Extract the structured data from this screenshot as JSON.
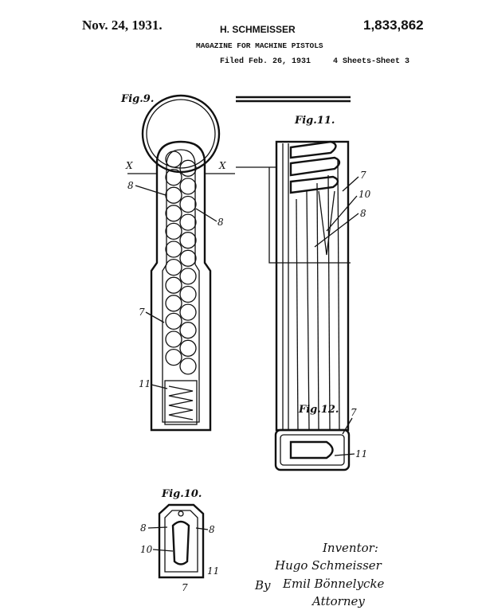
{
  "header": {
    "date": "Nov. 24, 1931.",
    "inventor_name": "H. SCHMEISSER",
    "patent_number": "1,833,862",
    "title": "MAGAZINE FOR MACHINE PISTOLS",
    "filed": "Filed Feb. 26, 1931",
    "sheet": "4 Sheets-Sheet 3"
  },
  "figures": {
    "fig9": {
      "label": "Fig.9.",
      "refs": {
        "x_left": "X",
        "x_right": "X",
        "r8a": "8",
        "r8b": "8",
        "r7": "7",
        "r11": "11"
      }
    },
    "fig11": {
      "label": "Fig.11.",
      "refs": {
        "r7": "7",
        "r10": "10",
        "r8": "8"
      }
    },
    "fig12": {
      "label": "Fig.12.",
      "refs": {
        "r7": "7",
        "r11": "11"
      }
    },
    "fig10": {
      "label": "Fig.10.",
      "refs": {
        "r8a": "8",
        "r8b": "8",
        "r10": "10",
        "r11": "11",
        "r7": "7"
      }
    }
  },
  "signature": {
    "inventor_caption": "Inventor:",
    "inventor": "Hugo Schmeisser",
    "by": "By",
    "attorney_signature": "Emil Bönnelycke",
    "attorney_caption": "Attorney"
  }
}
